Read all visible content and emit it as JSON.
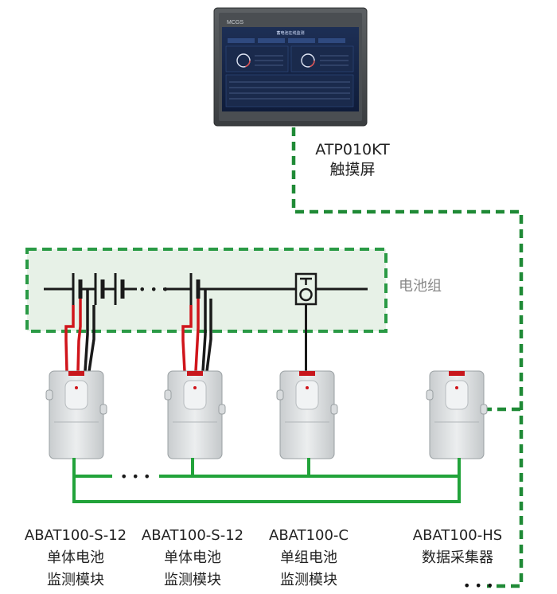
{
  "touchscreen": {
    "model": "ATP010KT",
    "name": "触摸屏",
    "brand": "MCGS",
    "screen_title": "蓄电池在线监测"
  },
  "battery_pack": {
    "label": "电池组"
  },
  "ellipsis": "• • •",
  "modules": [
    {
      "model": "ABAT100-S-12",
      "line1": "单体电池",
      "line2": "监测模块"
    },
    {
      "model": "ABAT100-S-12",
      "line1": "单体电池",
      "line2": "监测模块"
    },
    {
      "model": "ABAT100-C",
      "line1": "单组电池",
      "line2": "监测模块"
    },
    {
      "model": "ABAT100-HS",
      "line1": "数据采集器",
      "line2": ""
    }
  ],
  "colors": {
    "bus_green": "#22a33a",
    "dashed_green": "#1f8a36",
    "wire_red": "#d0151b",
    "wire_black": "#1a1a1a",
    "pack_fill": "#e7f1e7"
  }
}
